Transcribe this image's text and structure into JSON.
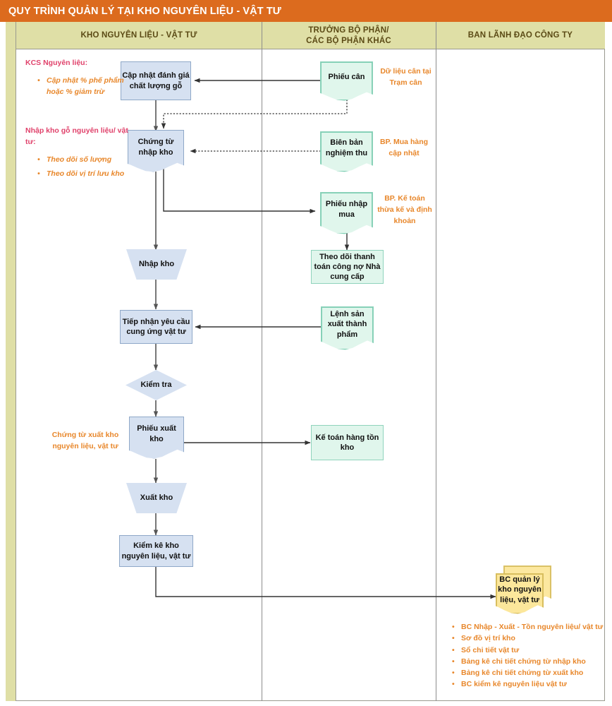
{
  "title": "QUY TRÌNH QUẢN LÝ TẠI KHO NGUYÊN LIỆU - VẬT TƯ",
  "lanes": [
    {
      "id": "lane-kho",
      "label": "KHO NGUYÊN LIỆU - VẬT TƯ"
    },
    {
      "id": "lane-tbp",
      "label": "TRƯỞNG BỘ PHẬN/\nCÁC BỘ PHẬN KHÁC"
    },
    {
      "id": "lane-bld",
      "label": "BAN LÃNH ĐẠO CÔNG TY"
    }
  ],
  "lane_headers": {
    "kho": "KHO NGUYÊN LIỆU - VẬT TƯ",
    "tbp_line1": "TRƯỞNG BỘ PHẬN/",
    "tbp_line2": "CÁC BỘ PHẬN KHÁC",
    "bld": "BAN LÃNH ĐẠO CÔNG TY"
  },
  "nodes": {
    "cap_nhat_danh_gia": "Cập nhật đánh giá chất lượng gỗ",
    "chung_tu_nhap_kho": "Chứng từ nhập kho",
    "nhap_kho": "Nhập kho",
    "tiep_nhan_yeu_cau": "Tiếp nhận yêu cầu cung ứng vật tư",
    "kiem_tra": "Kiểm tra",
    "phieu_xuat_kho": "Phiếu xuất kho",
    "xuat_kho": "Xuất kho",
    "kiem_ke_kho": "Kiểm kê kho nguyên liệu, vật tư",
    "phieu_can": "Phiếu cân",
    "bien_ban_nghiem_thu": "Biên bản nghiệm thu",
    "phieu_nhap_mua": "Phiếu nhập mua",
    "theo_doi_thanh_toan": "Theo dõi thanh toán công nợ Nhà cung cấp",
    "lenh_san_xuat": "Lệnh sản xuất thành phẩm",
    "ke_toan_hang_ton_kho": "Kế toán hàng tồn kho",
    "bc_quan_ly_kho": "BC quản lý kho nguyên liệu, vật tư"
  },
  "annotations": {
    "kcs_title": "KCS Nguyên liệu:",
    "kcs_items": [
      "Cập nhật % phế phẩm hoặc % giảm trừ"
    ],
    "nhap_kho_title": "Nhập kho gỗ nguyên liệu/ vật tư:",
    "nhap_kho_items": [
      "Theo dõi số lượng",
      "Theo dõi vị trí lưu kho"
    ],
    "du_lieu_can": "Dữ liệu cân tại Trạm cân",
    "bp_mua_hang": "BP. Mua hàng cập nhật",
    "bp_ke_toan": "BP. Kế toán thừa kế và định khoản",
    "chung_tu_xuat_kho": "Chứng từ xuất kho nguyên liệu, vật tư"
  },
  "reports": [
    "BC Nhập - Xuất - Tồn nguyên liệu/ vật tư",
    "Sơ đồ vị trí kho",
    "Sổ chi tiết vật tư",
    "Bảng kê chi tiết chứng từ nhập kho",
    "Bảng kê chi tiết chứng từ xuất kho",
    "BC kiểm kê nguyên liệu vật tư"
  ],
  "colors": {
    "title_bar": "#DC6B1E",
    "lane_header": "#DFDFA6",
    "process_blue": "#D6E1F1",
    "document_green": "#E0F6EC",
    "report_yellow": "#FCE79B",
    "annotation_orange": "#E8872B",
    "annotation_red": "#E0426B"
  }
}
